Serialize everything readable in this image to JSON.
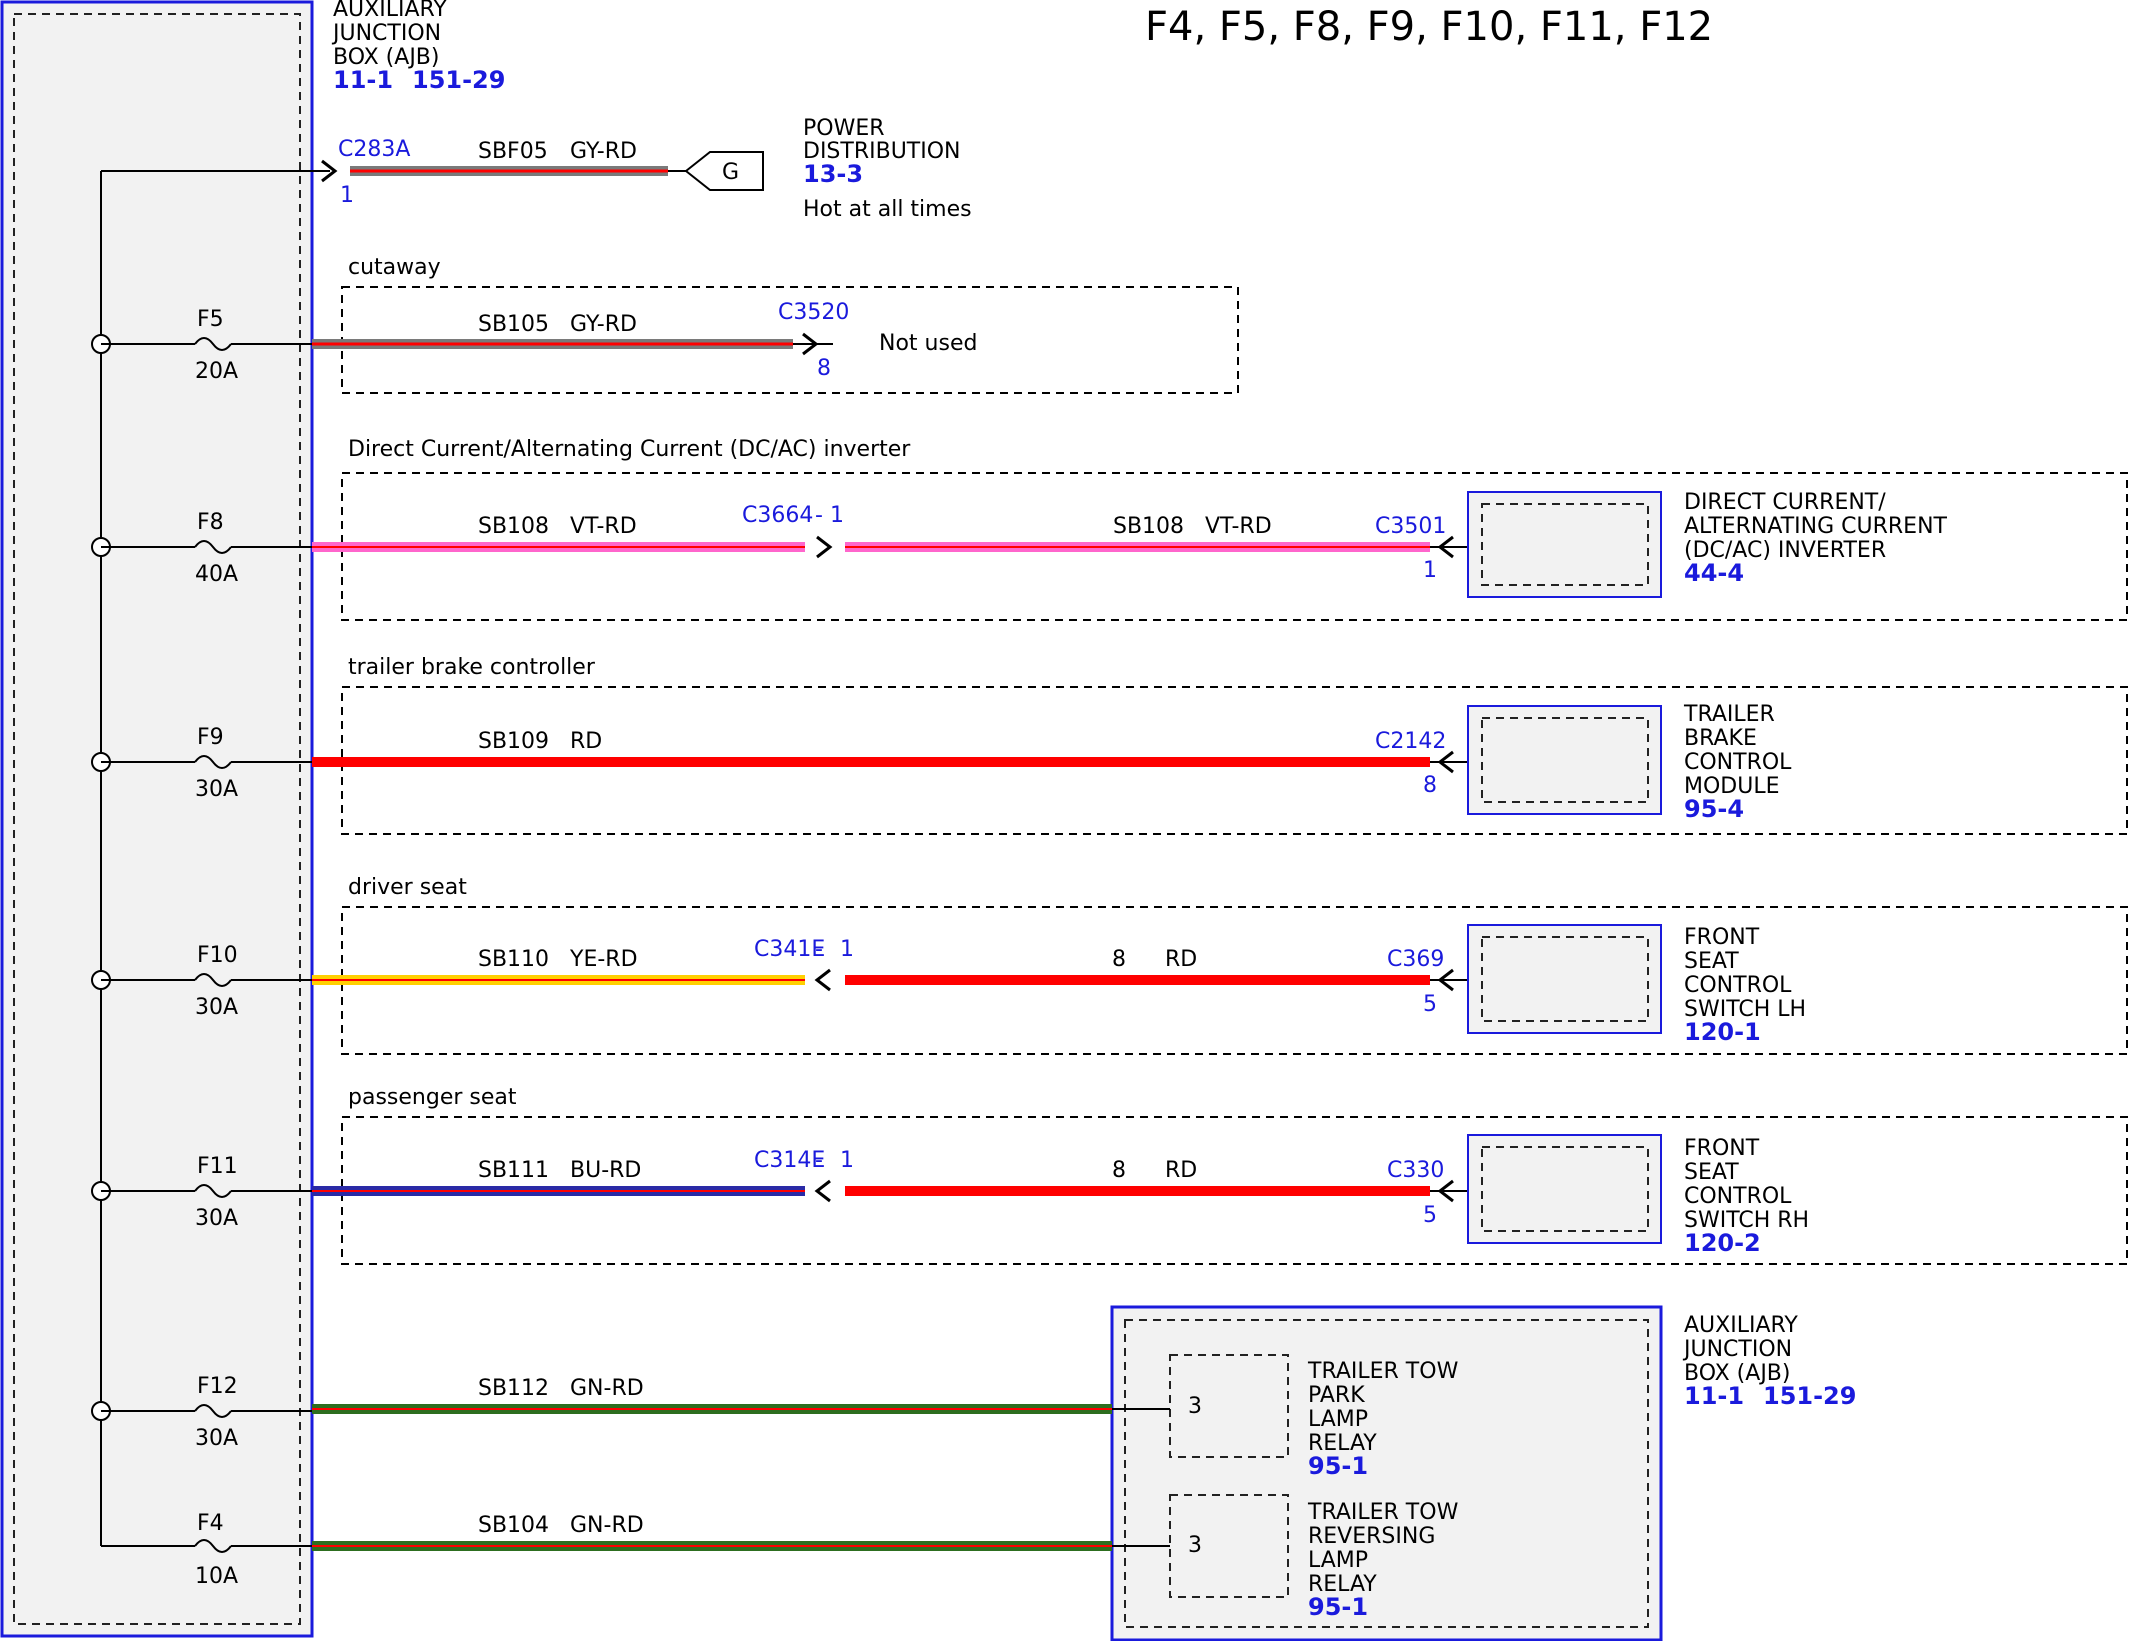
{
  "title": "F4, F5, F8, F9, F10, F11, F12",
  "colors": {
    "GY": "#7a7a7a",
    "RD": "#ff0000",
    "VT": "#ff66cc",
    "YE": "#ffd000",
    "BU": "#2a2aa6",
    "GN": "#2d6e1f",
    "connector_blue": "#1a1adc",
    "box_fill": "#f2f2f2"
  },
  "ajb": {
    "name_lines": [
      "AUXILIARY",
      "JUNCTION",
      "BOX (AJB)"
    ],
    "refs": [
      "11-1",
      "151-29"
    ]
  },
  "power": {
    "connector": "C283A",
    "pin": "1",
    "circuit": "SBF05",
    "color_code": "GY-RD",
    "ground_symbol": "G",
    "dest_lines": [
      "POWER",
      "DISTRIBUTION"
    ],
    "dest_ref": "13-3",
    "note": "Hot at all times"
  },
  "branches": {
    "cutaway": {
      "group_label": "cutaway",
      "fuse": "F5",
      "amp": "20A",
      "circuit": "SB105",
      "color_code": "GY-RD",
      "connector": "C3520",
      "pin": "8",
      "note": "Not used"
    },
    "inverter": {
      "group_label": "Direct Current/Alternating Current (DC/AC) inverter",
      "fuse": "F8",
      "amp": "40A",
      "circuit": "SB108",
      "color_code": "VT-RD",
      "mid_connector": "C3664",
      "mid_pin": "1",
      "circuit2": "SB108",
      "color_code2": "VT-RD",
      "connector": "C3501",
      "pin": "1",
      "module_lines": [
        "DIRECT CURRENT/",
        "ALTERNATING CURRENT",
        "(DC/AC) INVERTER"
      ],
      "module_ref": "44-4"
    },
    "trailer_brake": {
      "group_label": "trailer brake controller",
      "fuse": "F9",
      "amp": "30A",
      "circuit": "SB109",
      "color_code": "RD",
      "connector": "C2142",
      "pin": "8",
      "module_lines": [
        "TRAILER",
        "BRAKE",
        "CONTROL",
        "MODULE"
      ],
      "module_ref": "95-4"
    },
    "driver_seat": {
      "group_label": "driver seat",
      "fuse": "F10",
      "amp": "30A",
      "circuit": "SB110",
      "color_code": "YE-RD",
      "mid_connector": "C341E",
      "mid_pin": "1",
      "circuit2": "8",
      "color_code2": "RD",
      "connector": "C369",
      "pin": "5",
      "module_lines": [
        "FRONT",
        "SEAT",
        "CONTROL",
        "SWITCH LH"
      ],
      "module_ref": "120-1"
    },
    "passenger_seat": {
      "group_label": "passenger seat",
      "fuse": "F11",
      "amp": "30A",
      "circuit": "SB111",
      "color_code": "BU-RD",
      "mid_connector": "C314E",
      "mid_pin": "1",
      "circuit2": "8",
      "color_code2": "RD",
      "connector": "C330",
      "pin": "5",
      "module_lines": [
        "FRONT",
        "SEAT",
        "CONTROL",
        "SWITCH RH"
      ],
      "module_ref": "120-2"
    },
    "park_relay": {
      "fuse": "F12",
      "amp": "30A",
      "circuit": "SB112",
      "color_code": "GN-RD",
      "pin": "3",
      "relay_lines": [
        "TRAILER TOW",
        "PARK",
        "LAMP",
        "RELAY"
      ],
      "relay_ref": "95-1"
    },
    "reversing_relay": {
      "fuse": "F4",
      "amp": "10A",
      "circuit": "SB104",
      "color_code": "GN-RD",
      "pin": "3",
      "relay_lines": [
        "TRAILER TOW",
        "REVERSING",
        "LAMP",
        "RELAY"
      ],
      "relay_ref": "95-1"
    }
  },
  "ajb2": {
    "name_lines": [
      "AUXILIARY",
      "JUNCTION",
      "BOX (AJB)"
    ],
    "refs": [
      "11-1",
      "151-29"
    ]
  }
}
